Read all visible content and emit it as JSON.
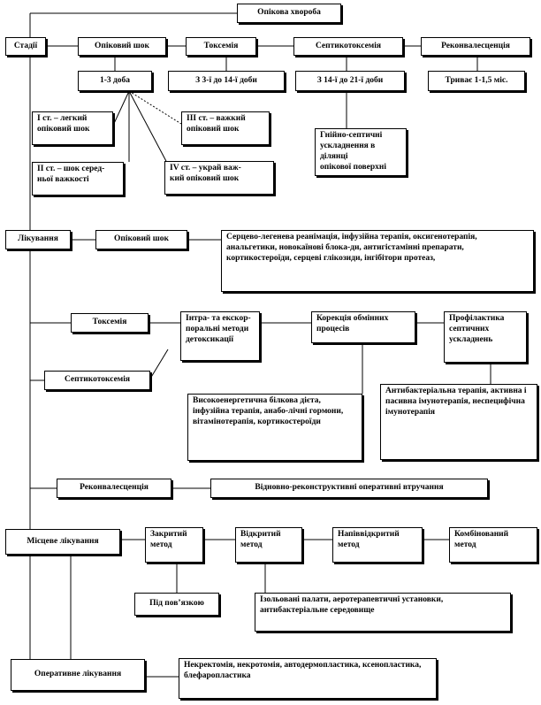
{
  "root": "Опікова хвороба",
  "stages": {
    "title": "Стадії",
    "items": [
      "Опіковий шок",
      "Токсемія",
      "Септикотоксемія",
      "Реконвалесценція"
    ],
    "periods": [
      "1-3 доба",
      "З 3-ї до 14-ї доби",
      "З 14-ї до 21-ї доби",
      "Триває 1-1,5 міс."
    ],
    "shock_degrees": [
      "І ст. – легкий\nопіковий шок",
      "ІІ ст. – шок серед-\nньої важкості",
      "ІІІ ст. – важкий\nопіковий шок",
      "IV ст. – украй важ-\nкий опіковий шок"
    ],
    "septic_complications": "Гнійно-септичні\nускладнення в ділянці\nопікової поверхні"
  },
  "treatment": {
    "title": "Лікування",
    "shock": "Опіковий шок",
    "shock_therapy": "Серцево-легенева реанімація, інфузійна терапія, оксигенотерапія, анальгетики, новокаїнові блока-ди, антигістамінні препарати, кортикостероїди, серцеві глікозиди, інгібітори протеаз,",
    "toxemia": "Токсемія",
    "septicotoxemia": "Септикотоксемія",
    "detox": "Інтра- та екскор-\nпоральні методи\nдетоксикації",
    "metabolic": "Корекція обмінних\nпроцесів",
    "prophylaxis": "Профілактика\nсептичних\nускладнень",
    "nutrition": "Високоенергетична білкова дієта, інфузійна терапія, анабо-лічні гормони, вітамінотерапія, кортикостероїди",
    "antibacterial": "Антибактеріальна терапія, активна і пасивна імунотерапія, неспецифічна імунотерапія",
    "reconvalescence": "Реконвалесценція",
    "reconstructive": "Відновно-реконструктивні оперативні втручання"
  },
  "local": {
    "title": "Місцеве лікування",
    "methods": [
      "Закритий\nметод",
      "Відкритий\nметод",
      "Напіввідкритий\nметод",
      "Комбінований\nметод"
    ],
    "closed_detail": "Під пов’язкою",
    "open_detail": "Ізольовані палати, аеротерапевтичні установки, антибактеріальне середовище",
    "surgical": "Оперативне лікування",
    "surgical_detail": "Некректомія, некротомія, автодермопластика, ксенопластика, блефаропластика"
  }
}
